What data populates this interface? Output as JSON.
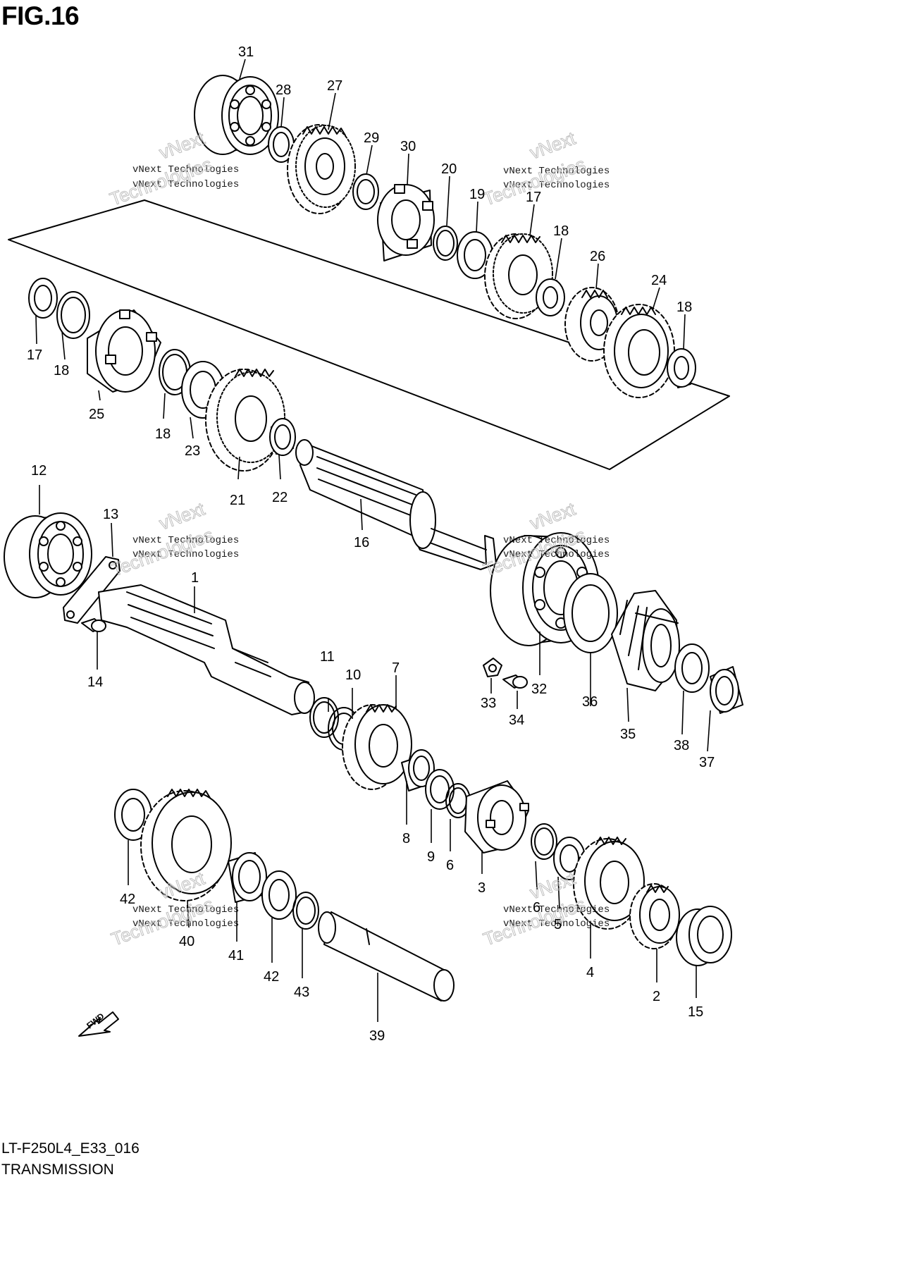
{
  "figure": {
    "title": "FIG.16",
    "model_code": "LT-F250L4_E33_016",
    "section_title": "TRANSMISSION"
  },
  "watermark": {
    "company": "vNext Technologies",
    "word_1": "vNext",
    "word_2": "Technologies"
  },
  "direction_marker": {
    "label": "FWD"
  },
  "part_labels": [
    {
      "id": "p31",
      "text": "31"
    },
    {
      "id": "p28",
      "text": "28"
    },
    {
      "id": "p27",
      "text": "27"
    },
    {
      "id": "p29",
      "text": "29"
    },
    {
      "id": "p30",
      "text": "30"
    },
    {
      "id": "p20",
      "text": "20"
    },
    {
      "id": "p19",
      "text": "19"
    },
    {
      "id": "p17a",
      "text": "17"
    },
    {
      "id": "p18a",
      "text": "18"
    },
    {
      "id": "p26",
      "text": "26"
    },
    {
      "id": "p24",
      "text": "24"
    },
    {
      "id": "p18b",
      "text": "18"
    },
    {
      "id": "p17b",
      "text": "17"
    },
    {
      "id": "p18c",
      "text": "18"
    },
    {
      "id": "p25",
      "text": "25"
    },
    {
      "id": "p18d",
      "text": "18"
    },
    {
      "id": "p23",
      "text": "23"
    },
    {
      "id": "p21",
      "text": "21"
    },
    {
      "id": "p22",
      "text": "22"
    },
    {
      "id": "p16",
      "text": "16"
    },
    {
      "id": "p12",
      "text": "12"
    },
    {
      "id": "p13",
      "text": "13"
    },
    {
      "id": "p1",
      "text": "1"
    },
    {
      "id": "p14",
      "text": "14"
    },
    {
      "id": "p33",
      "text": "33"
    },
    {
      "id": "p34",
      "text": "34"
    },
    {
      "id": "p32",
      "text": "32"
    },
    {
      "id": "p36",
      "text": "36"
    },
    {
      "id": "p35",
      "text": "35"
    },
    {
      "id": "p38",
      "text": "38"
    },
    {
      "id": "p37",
      "text": "37"
    },
    {
      "id": "p11",
      "text": "11"
    },
    {
      "id": "p10",
      "text": "10"
    },
    {
      "id": "p7",
      "text": "7"
    },
    {
      "id": "p8",
      "text": "8"
    },
    {
      "id": "p9",
      "text": "9"
    },
    {
      "id": "p6a",
      "text": "6"
    },
    {
      "id": "p3",
      "text": "3"
    },
    {
      "id": "p6b",
      "text": "6"
    },
    {
      "id": "p5",
      "text": "5"
    },
    {
      "id": "p4",
      "text": "4"
    },
    {
      "id": "p2",
      "text": "2"
    },
    {
      "id": "p15",
      "text": "15"
    },
    {
      "id": "p42a",
      "text": "42"
    },
    {
      "id": "p40",
      "text": "40"
    },
    {
      "id": "p41",
      "text": "41"
    },
    {
      "id": "p42b",
      "text": "42"
    },
    {
      "id": "p43",
      "text": "43"
    },
    {
      "id": "p39",
      "text": "39"
    }
  ]
}
